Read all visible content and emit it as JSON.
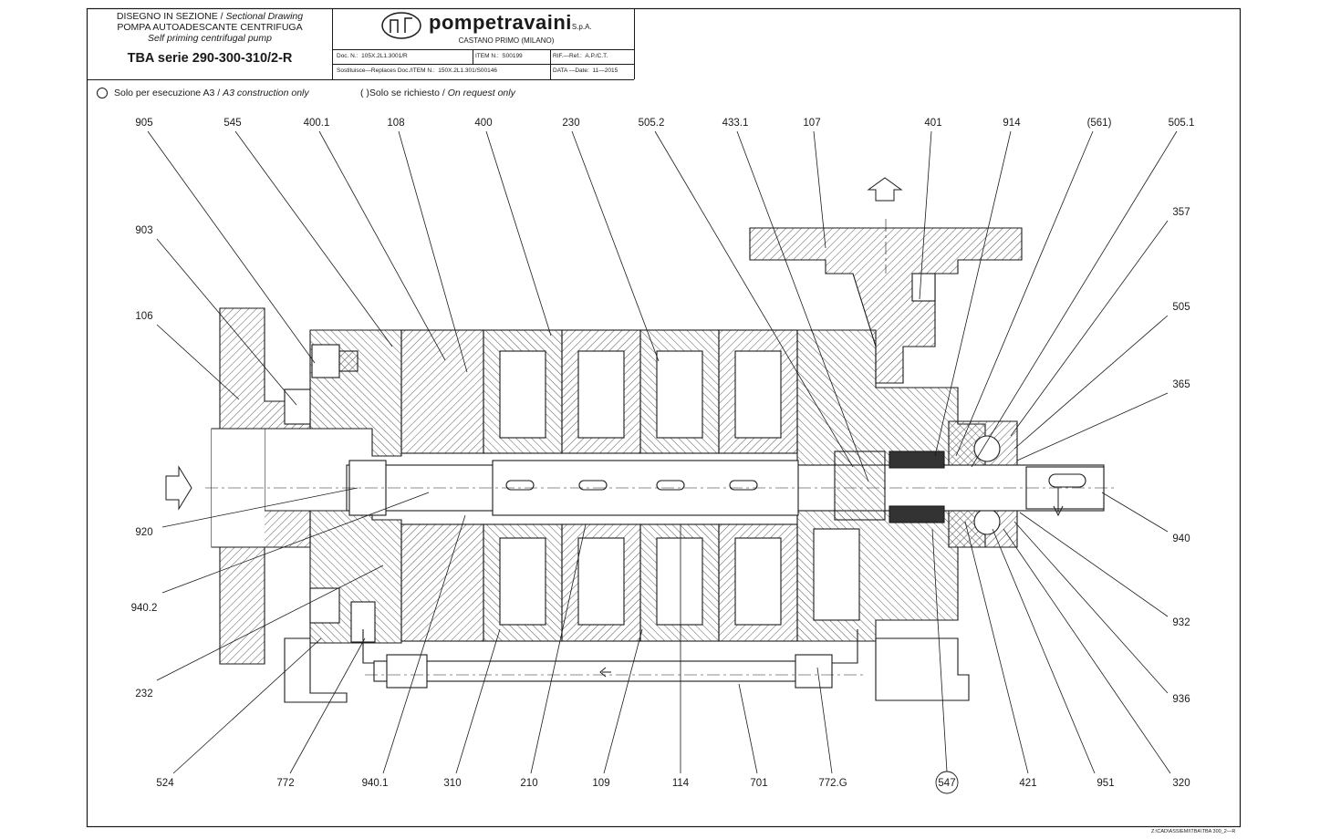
{
  "title_block": {
    "line1_it": "DISEGNO IN SEZIONE",
    "line1_en": "Sectional Drawing",
    "line2_it": "POMPA AUTOADESCANTE CENTRIFUGA",
    "line2_en": "Self priming centrifugal pump",
    "model": "TBA serie 290-300-310/2-R",
    "company": "pompetravaini",
    "company_suffix": "S.p.A.",
    "location": "CASTANO PRIMO  (MILANO)",
    "doc_label": "Doc. N.:",
    "doc_value": "105X.2L1.3001/R",
    "item_label": "ITEM N.:",
    "item_value": "S00199",
    "ref_label": "RIF.—Ref.:",
    "ref_value": "A.P./C.T.",
    "replaces_label": "Sostituisce—Replaces Doc./ITEM N.:",
    "replaces_value": "150X.2L1.301/S00146",
    "date_label": "DATA —Date:",
    "date_value": "11—2015"
  },
  "legend": {
    "a3_it": "Solo per esecuzione A3 /",
    "a3_en": "A3 construction only",
    "req_it": "( )Solo se richiesto /",
    "req_en": "On request only"
  },
  "footer_path": "Z:\\CAD\\ASSIEMI\\TBA\\TBA  300_2—R",
  "labels_top": [
    "905",
    "545",
    "400.1",
    "108",
    "400",
    "230",
    "505.2",
    "433.1",
    "107",
    "401",
    "914",
    "(561)",
    "505.1"
  ],
  "labels_left": [
    "903",
    "106",
    "920",
    "940.2",
    "232"
  ],
  "labels_right": [
    "357",
    "505",
    "365",
    "940",
    "932",
    "936"
  ],
  "labels_bottom": [
    "524",
    "772",
    "940.1",
    "310",
    "210",
    "109",
    "114",
    "701",
    "772.G",
    "547",
    "421",
    "951",
    "320"
  ],
  "colors": {
    "line": "#1a1a1a",
    "hatch": "#5a5a5a",
    "paper": "#ffffff"
  }
}
